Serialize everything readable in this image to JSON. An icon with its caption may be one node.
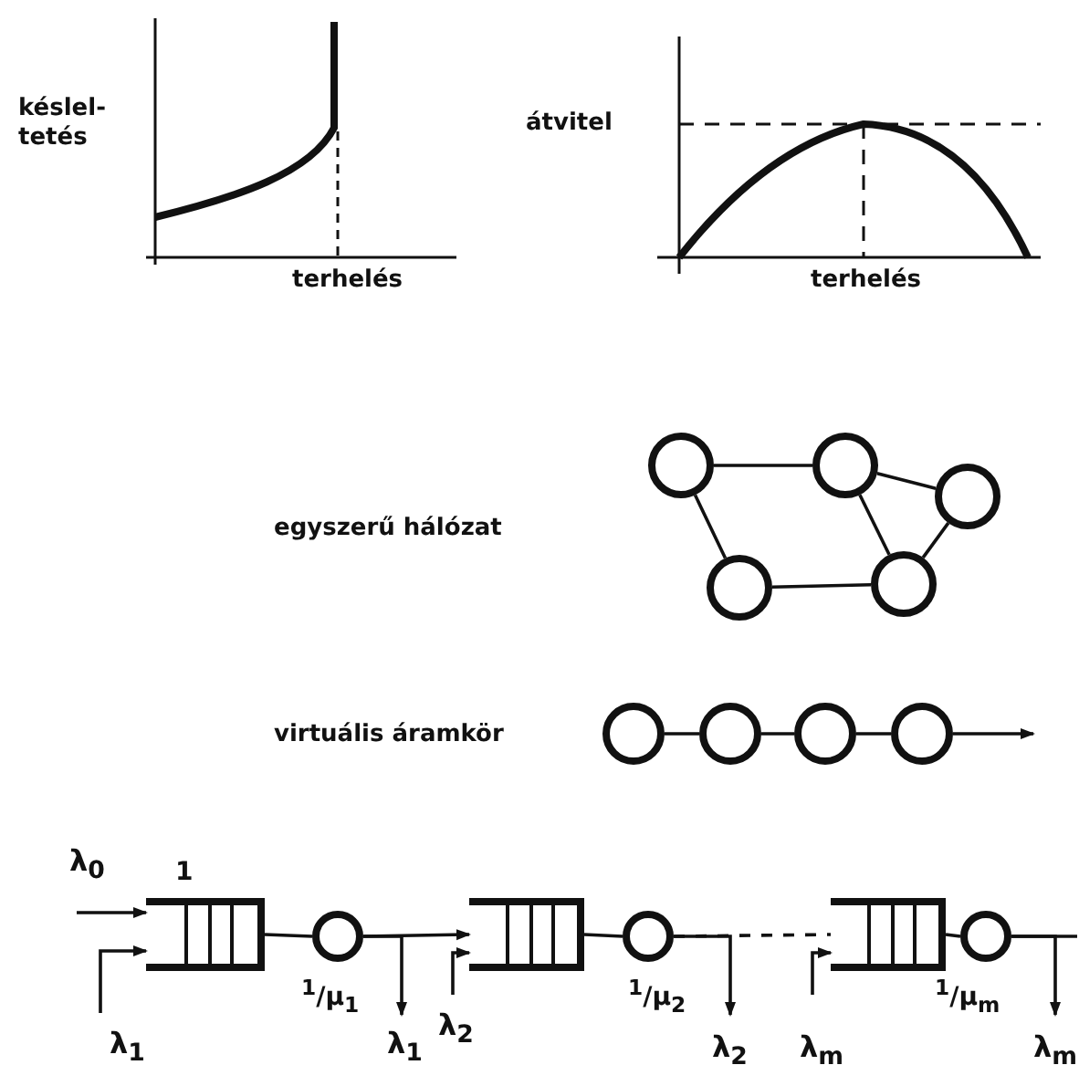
{
  "diagram": {
    "nodes": [
      {
        "text": [],
        "shape": "circle"
      },
      {
        "text": [],
        "shape": "circle"
      },
      {
        "text": [],
        "shape": "circle"
      },
      {
        "text": [],
        "shape": "circle"
      },
      {
        "text": [],
        "shape": "circle"
      },
      {
        "text": [],
        "shape": "circle"
      },
      {
        "text": [],
        "shape": "circle"
      },
      {
        "text": [],
        "shape": "circle"
      },
      {
        "text": [],
        "shape": "circle"
      },
      {
        "text": [],
        "shape": "box",
        "beside": [
          "1"
        ]
      },
      {
        "text": [],
        "shape": "circle",
        "beside": [
          "$^{1}$/μ$_{1}$"
        ]
      },
      {
        "text": [],
        "shape": "box"
      },
      {
        "text": [],
        "shape": "circle",
        "beside": [
          "$^{1}$/μ$_{2}$"
        ]
      },
      {
        "text": [],
        "shape": "box"
      },
      {
        "text": [],
        "shape": "circle",
        "beside": [
          "$^{1}$/μ$_{m}$"
        ]
      }
    ],
    "edges": [
      {
        "from": 0,
        "to": 1,
        "arrow": "none"
      },
      {
        "from": 1,
        "to": 2,
        "arrow": "none"
      },
      {
        "from": 0,
        "to": 3,
        "arrow": "none"
      },
      {
        "from": 1,
        "to": 4,
        "arrow": "none"
      },
      {
        "from": 2,
        "to": 4,
        "arrow": "none"
      },
      {
        "from": 3,
        "to": 4,
        "arrow": "none"
      },
      {
        "from": 5,
        "to": 6,
        "arrow": "none"
      },
      {
        "from": 6,
        "to": 7,
        "arrow": "none"
      },
      {
        "from": 7,
        "to": 8,
        "arrow": "none"
      },
      {
        "from": 8,
        "to": null,
        "arrow": "to"
      },
      {
        "from": null,
        "to": 9,
        "arrow": "to",
        "label": "λ$_{0}$"
      },
      {
        "from": null,
        "to": 9,
        "arrow": "to",
        "label": "λ$_{1}$"
      },
      {
        "from": 9,
        "to": 10,
        "arrow": "none"
      },
      {
        "from": 10,
        "to": 11,
        "arrow": "to"
      },
      {
        "from": 10,
        "to": null,
        "arrow": "to",
        "label": "λ$_{1}$"
      },
      {
        "from": null,
        "to": 11,
        "arrow": "to",
        "label": "λ$_{2}$"
      },
      {
        "from": 11,
        "to": 12,
        "arrow": "none"
      },
      {
        "from": 12,
        "to": null,
        "arrow": "to",
        "label": "λ$_{2}$"
      },
      {
        "from": 12,
        "to": 13,
        "arrow": "none",
        "style": "dashed"
      },
      {
        "from": null,
        "to": 13,
        "arrow": "to",
        "label": "λ$_{m}$"
      },
      {
        "from": 13,
        "to": 14,
        "arrow": "none"
      },
      {
        "from": 14,
        "to": null,
        "arrow": "to",
        "label": "λ$_{m}$"
      },
      {
        "from": 14,
        "to": null,
        "arrow": "none"
      }
    ],
    "labels": [
      "késlel-tetés",
      "terhelés",
      "átvitel",
      "terhelés",
      "egyszerű hálózat",
      "virtuális áramkör"
    ]
  }
}
